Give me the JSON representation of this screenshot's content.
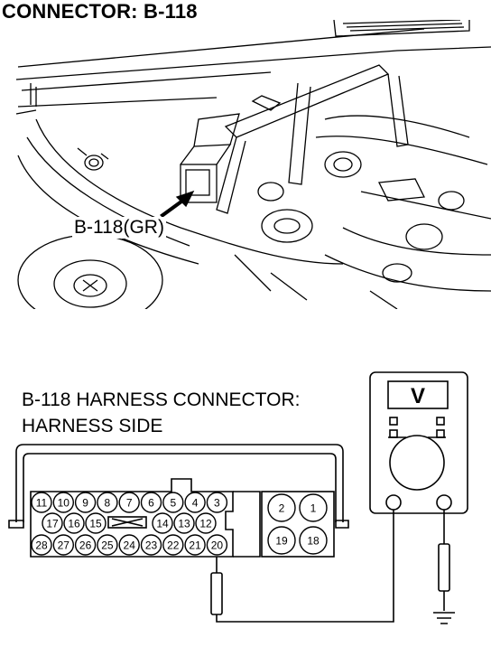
{
  "header": {
    "title": "CONNECTOR: B-118"
  },
  "illustration": {
    "callout": "B-118(GR)"
  },
  "harness": {
    "title_line1": "B-118 HARNESS CONNECTOR:",
    "title_line2": "HARNESS SIDE"
  },
  "connector": {
    "row1": [
      "11",
      "10",
      "9",
      "8",
      "7",
      "6",
      "5",
      "4",
      "3"
    ],
    "row2": [
      "17",
      "16",
      "15",
      "14",
      "13",
      "12"
    ],
    "row3": [
      "28",
      "27",
      "26",
      "25",
      "24",
      "23",
      "22",
      "21",
      "20"
    ],
    "right_block": [
      "2",
      "1",
      "19",
      "18"
    ]
  },
  "meter": {
    "display_symbol": "V"
  }
}
